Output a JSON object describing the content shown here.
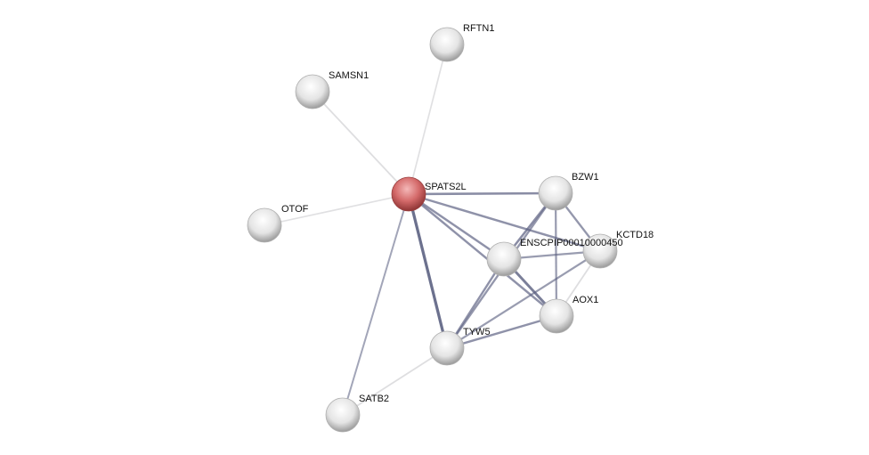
{
  "network": {
    "nodes": [
      {
        "id": "SPATS2L",
        "label": "SPATS2L",
        "query": true
      },
      {
        "id": "RFTN1",
        "label": "RFTN1"
      },
      {
        "id": "SAMSN1",
        "label": "SAMSN1"
      },
      {
        "id": "OTOF",
        "label": "OTOF"
      },
      {
        "id": "BZW1",
        "label": "BZW1"
      },
      {
        "id": "KCTD18",
        "label": "KCTD18"
      },
      {
        "id": "ENSCPIP",
        "label": "ENSCPIP00010000450"
      },
      {
        "id": "AOX1",
        "label": "AOX1"
      },
      {
        "id": "TYW5",
        "label": "TYW5"
      },
      {
        "id": "SATB2",
        "label": "SATB2"
      }
    ],
    "edges": [
      {
        "a": "SPATS2L",
        "b": "RFTN1",
        "strength": 0.2
      },
      {
        "a": "SPATS2L",
        "b": "SAMSN1",
        "strength": 0.25
      },
      {
        "a": "SPATS2L",
        "b": "OTOF",
        "strength": 0.2
      },
      {
        "a": "SPATS2L",
        "b": "SATB2",
        "strength": 0.35
      },
      {
        "a": "SPATS2L",
        "b": "TYW5",
        "strength": 0.9
      },
      {
        "a": "SPATS2L",
        "b": "BZW1",
        "strength": 0.6
      },
      {
        "a": "SPATS2L",
        "b": "KCTD18",
        "strength": 0.55
      },
      {
        "a": "SPATS2L",
        "b": "ENSCPIP",
        "strength": 0.55
      },
      {
        "a": "SPATS2L",
        "b": "AOX1",
        "strength": 0.55
      },
      {
        "a": "BZW1",
        "b": "ENSCPIP",
        "strength": 0.6
      },
      {
        "a": "BZW1",
        "b": "KCTD18",
        "strength": 0.5
      },
      {
        "a": "BZW1",
        "b": "AOX1",
        "strength": 0.45
      },
      {
        "a": "BZW1",
        "b": "TYW5",
        "strength": 0.5
      },
      {
        "a": "ENSCPIP",
        "b": "KCTD18",
        "strength": 0.45
      },
      {
        "a": "ENSCPIP",
        "b": "AOX1",
        "strength": 0.75
      },
      {
        "a": "ENSCPIP",
        "b": "TYW5",
        "strength": 0.55
      },
      {
        "a": "KCTD18",
        "b": "TYW5",
        "strength": 0.45
      },
      {
        "a": "KCTD18",
        "b": "AOX1",
        "strength": 0.25
      },
      {
        "a": "AOX1",
        "b": "TYW5",
        "strength": 0.55
      },
      {
        "a": "TYW5",
        "b": "SATB2",
        "strength": 0.25
      }
    ],
    "colors": {
      "query": "#d46a6a",
      "node": "#e6e6e6",
      "edge": "#5a5f80"
    }
  }
}
